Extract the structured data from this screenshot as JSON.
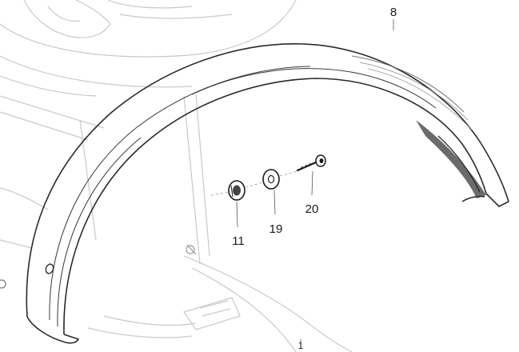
{
  "diagram": {
    "callouts": {
      "fender": "8",
      "frame": "1",
      "nut": "11",
      "washer": "19",
      "bolt": "20"
    },
    "colors": {
      "ink": "#2a2a2a",
      "faint_ghost": "#c9c9c9",
      "shadow": "#3a3a3a",
      "background": "#ffffff"
    }
  }
}
